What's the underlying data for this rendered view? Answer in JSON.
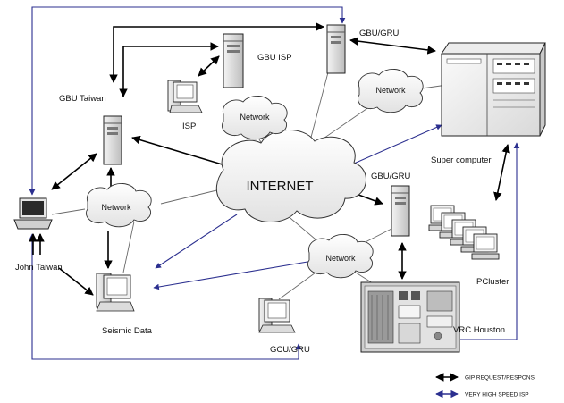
{
  "nodes": {
    "gbu_gru_top": "GBU/GRU",
    "gbu_isp": "GBU ISP",
    "gbu_taiwan": "GBU Taiwan",
    "isp": "ISP",
    "super_computer": "Super computer",
    "gbu_gru_mid": "GBU/GRU",
    "john_taiwan": "John Taiwan",
    "pcluster": "PCluster",
    "seismic_data": "Seismic Data",
    "gcu_gru": "GCU/GRU",
    "vrc_houston": "VRC Houston"
  },
  "clouds": {
    "internet": "INTERNET",
    "network_label": "Network"
  },
  "legend": {
    "black_arrow": "GIP REQUEST/RESPONS",
    "blue_arrow": "VERY HIGH SPEED ISP"
  },
  "colors": {
    "black_link": "#000000",
    "blue_link": "#2b2f8f",
    "grey_link": "#666666"
  }
}
